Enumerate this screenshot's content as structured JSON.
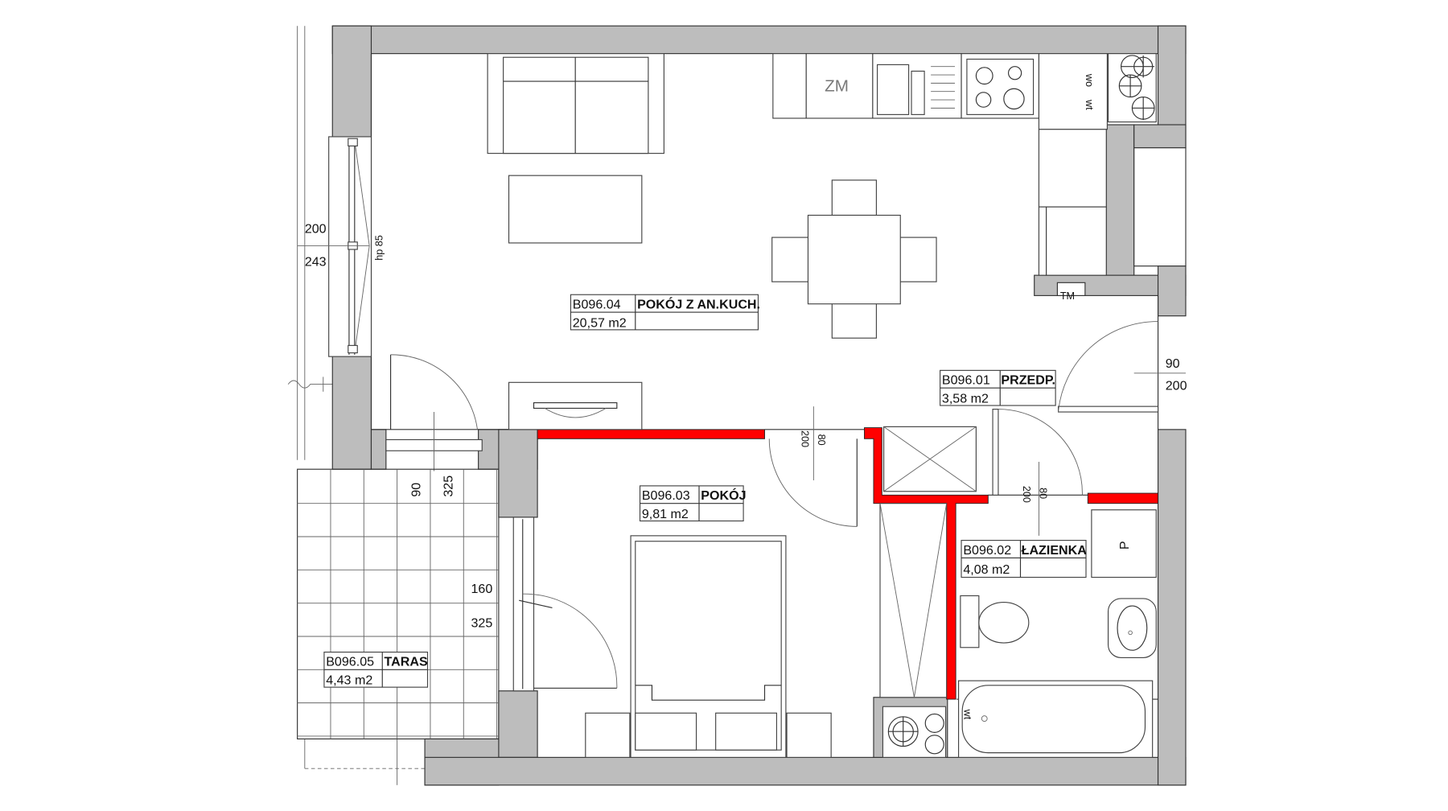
{
  "rooms": [
    {
      "id": "B096.04",
      "name": "POKÓJ Z AN.KUCH.",
      "area": "20,57 m2"
    },
    {
      "id": "B096.01",
      "name": "PRZEDP.",
      "area": "3,58 m2"
    },
    {
      "id": "B096.03",
      "name": "POKÓJ",
      "area": "9,81 m2"
    },
    {
      "id": "B096.02",
      "name": "ŁAZIENKA",
      "area": "4,08 m2"
    },
    {
      "id": "B096.05",
      "name": "TARAS",
      "area": "4,43 m2"
    }
  ],
  "dimensions": {
    "living_window": {
      "width": "200",
      "height": "243",
      "sill": "hp 85"
    },
    "terrace_door": {
      "width": "90",
      "height": "325"
    },
    "bedroom_window": {
      "width": "160",
      "height": "325"
    },
    "bedroom_door": {
      "width": "80",
      "height": "200"
    },
    "bathroom_door": {
      "width": "80",
      "height": "200"
    },
    "entrance_door": {
      "width": "90",
      "height": "200"
    }
  },
  "fixtures": {
    "fridge": "ZM",
    "water_meter_cold": "wo",
    "water_meter_hot": "wt",
    "tm": "TM",
    "washer": "P",
    "bath_wt": "wt"
  },
  "colors": {
    "wall": "#bdbdbd",
    "new_wall": "#ff0000"
  }
}
